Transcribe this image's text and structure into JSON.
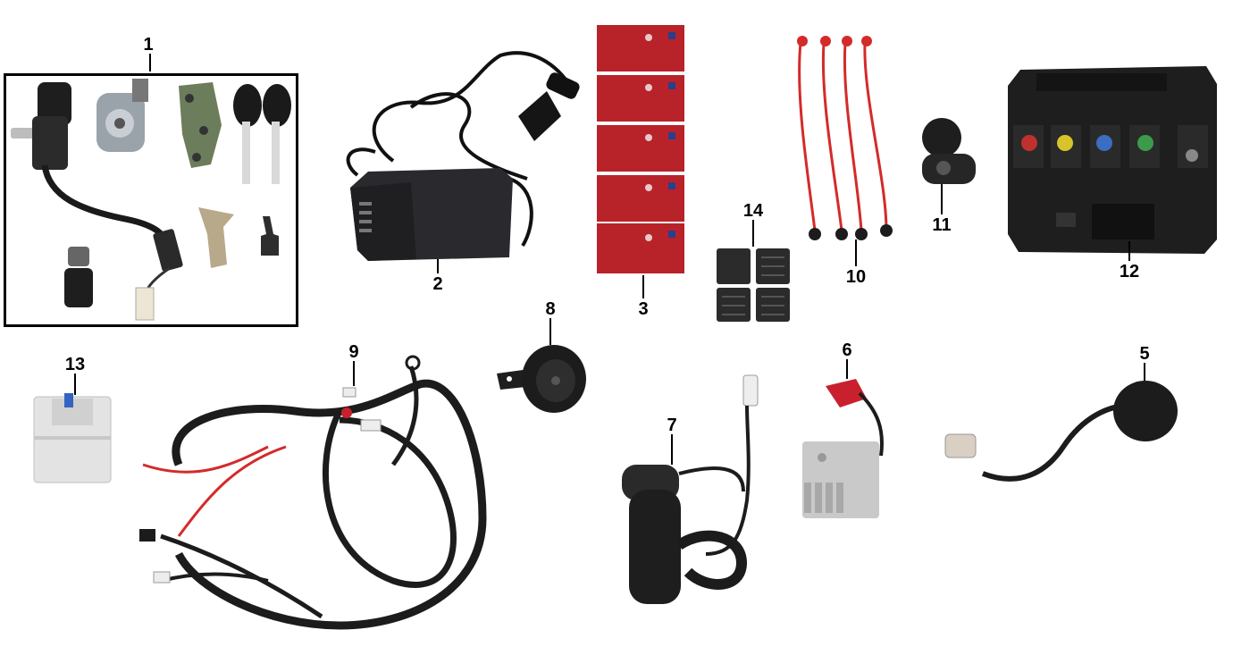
{
  "diagram": {
    "parts": [
      {
        "number": "1",
        "icon": "ignition-key-set-icon"
      },
      {
        "number": "2",
        "icon": "battery-charger-icon"
      },
      {
        "number": "3",
        "icon": "battery-pack-icon"
      },
      {
        "number": "5",
        "icon": "sensor-icon"
      },
      {
        "number": "6",
        "icon": "voltage-regulator-icon"
      },
      {
        "number": "7",
        "icon": "charging-socket-icon"
      },
      {
        "number": "8",
        "icon": "horn-icon"
      },
      {
        "number": "9",
        "icon": "wiring-harness-icon"
      },
      {
        "number": "10",
        "icon": "battery-cable-icon"
      },
      {
        "number": "11",
        "icon": "charge-port-icon"
      },
      {
        "number": "12",
        "icon": "motor-controller-icon"
      },
      {
        "number": "13",
        "icon": "circuit-breaker-icon"
      },
      {
        "number": "14",
        "icon": "rubber-pad-icon"
      }
    ],
    "colors": {
      "battery_red": "#b8232a",
      "cable_black": "#1c1c1c",
      "wire_red": "#d42a2a",
      "housing_dark": "#2a2a2e",
      "metal_grey": "#c9c9c9",
      "controller_black": "#1e1e1e"
    }
  }
}
